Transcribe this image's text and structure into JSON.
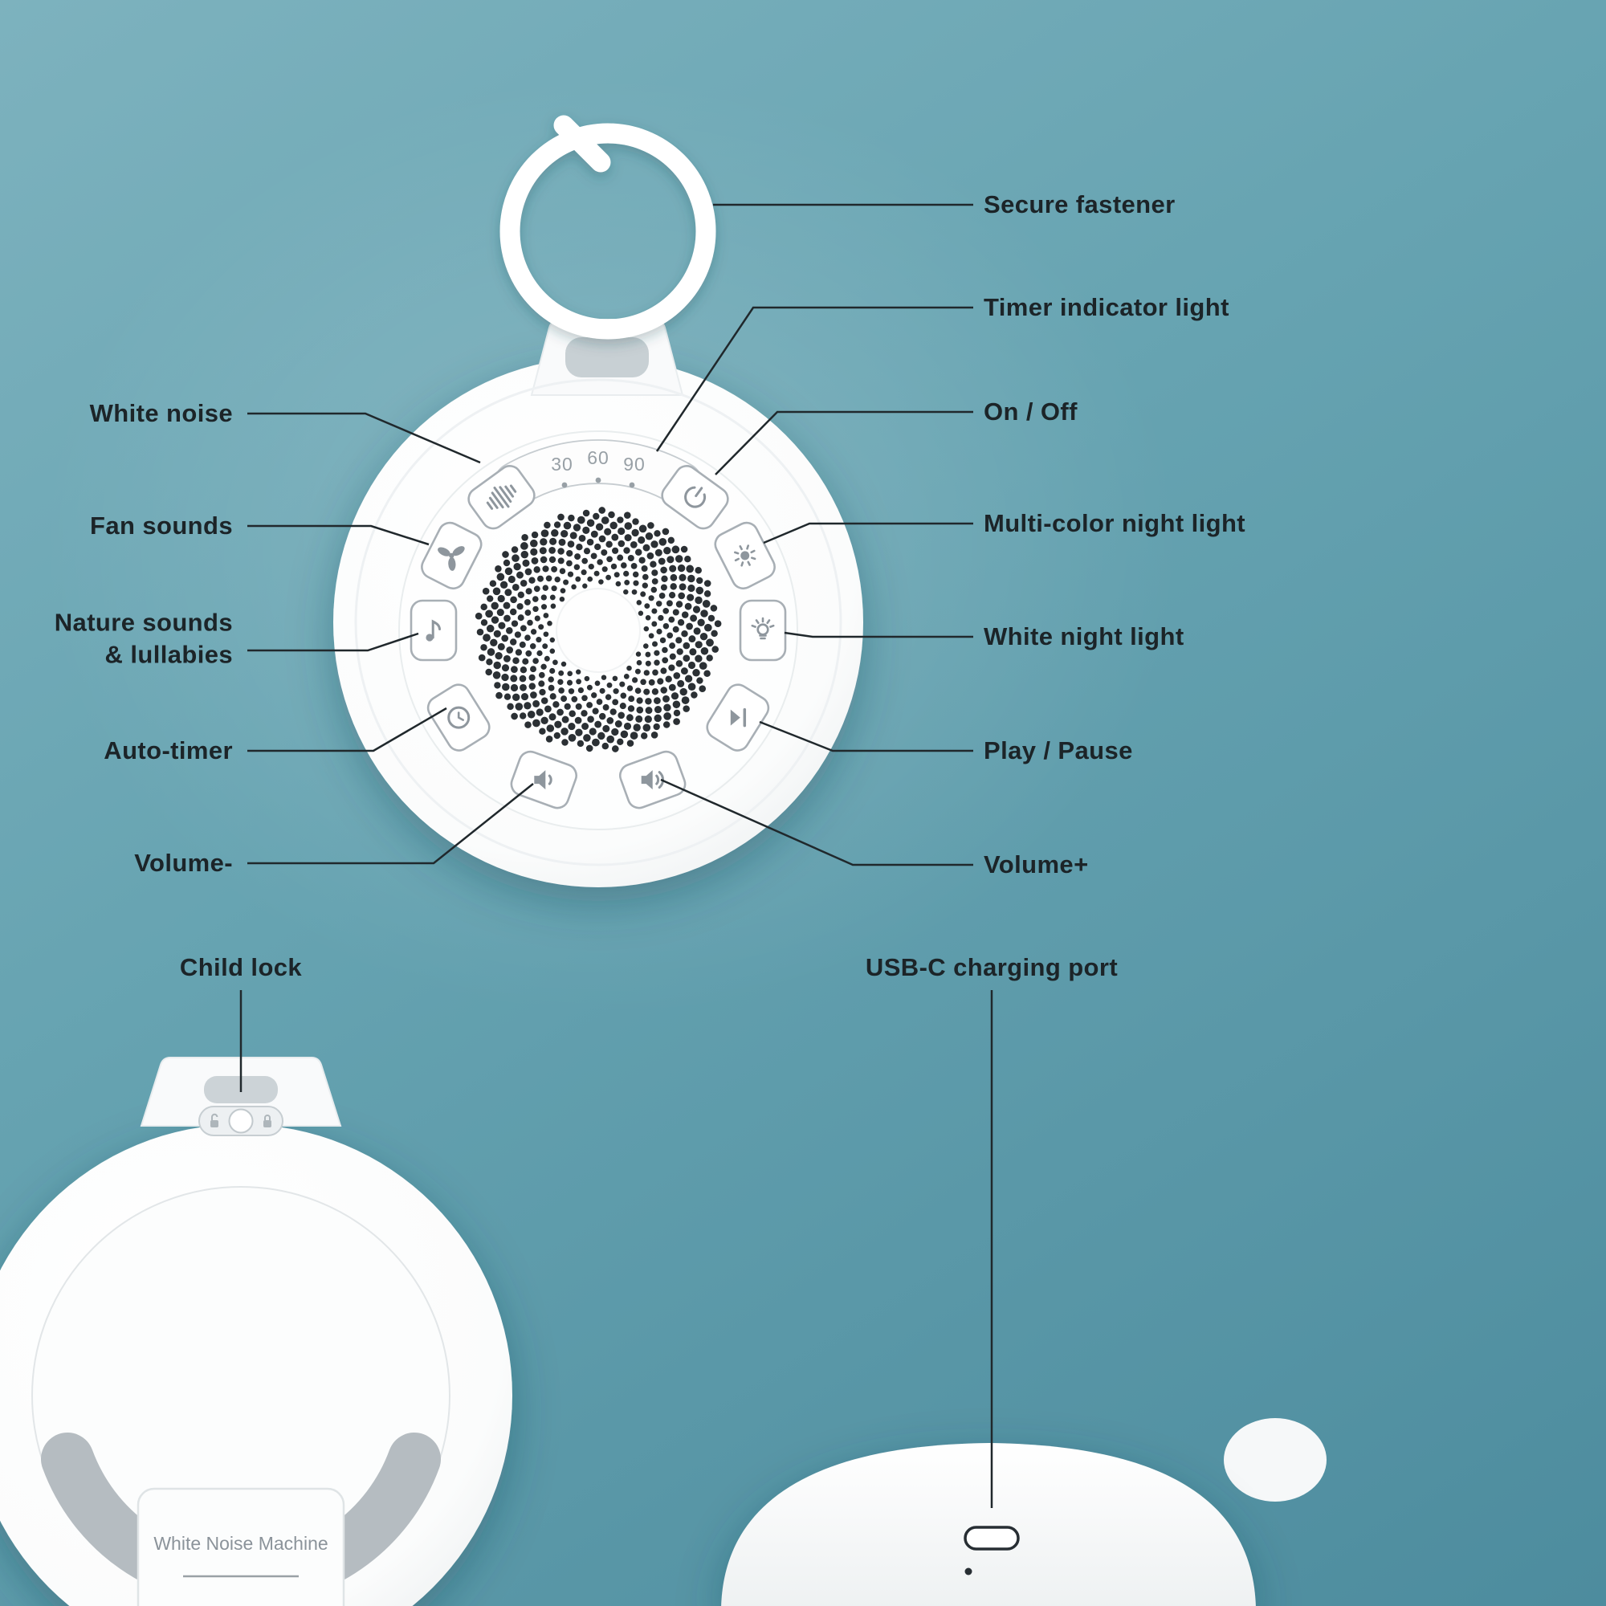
{
  "colors": {
    "background_top": "#7db2be",
    "background_bottom": "#4d8c9e",
    "label_text": "#1c2428",
    "callout_line": "#20282c",
    "device_white": "#ffffff",
    "button_stroke": "#a8afb5",
    "icon_gray": "#8e969d",
    "speaker_dot": "#2b3034",
    "timer_text": "#98a0a6"
  },
  "callouts": {
    "left": [
      {
        "label": "White noise"
      },
      {
        "label": "Fan sounds"
      },
      {
        "label": "Nature sounds\n& lullabies"
      },
      {
        "label": "Auto-timer"
      },
      {
        "label": "Volume-"
      }
    ],
    "right": [
      {
        "label": "Secure fastener"
      },
      {
        "label": "Timer indicator light"
      },
      {
        "label": "On / Off"
      },
      {
        "label": "Multi-color night light"
      },
      {
        "label": "White night light"
      },
      {
        "label": "Play / Pause"
      },
      {
        "label": "Volume+"
      }
    ],
    "bottom": [
      {
        "label": "Child lock"
      },
      {
        "label": "USB-C charging port"
      }
    ]
  },
  "device": {
    "timer_marks": [
      "30",
      "60",
      "90"
    ],
    "back_label": "White Noise Machine",
    "buttons": [
      {
        "name": "white-noise-button",
        "icon": "white-noise-icon"
      },
      {
        "name": "fan-sounds-button",
        "icon": "fan-icon"
      },
      {
        "name": "nature-sounds-button",
        "icon": "music-note-icon"
      },
      {
        "name": "auto-timer-button",
        "icon": "clock-icon"
      },
      {
        "name": "volume-down-button",
        "icon": "volume-down-icon"
      },
      {
        "name": "volume-up-button",
        "icon": "volume-up-icon"
      },
      {
        "name": "play-pause-button",
        "icon": "play-pause-icon"
      },
      {
        "name": "white-night-light-button",
        "icon": "bulb-icon"
      },
      {
        "name": "multi-color-night-light-button",
        "icon": "sun-icon"
      },
      {
        "name": "power-button",
        "icon": "power-icon"
      }
    ]
  }
}
